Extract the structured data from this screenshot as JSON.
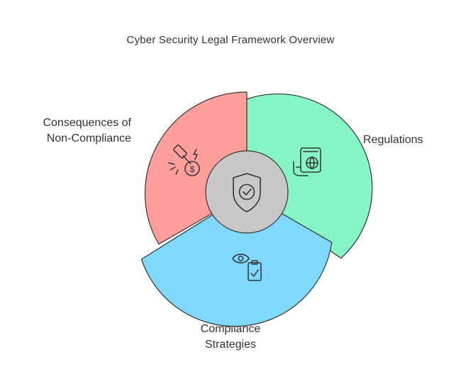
{
  "diagram": {
    "title": "Cyber Security Legal Framework Overview",
    "center": {
      "icon": "shield-check-icon",
      "color": "#c8c8c8"
    },
    "segments": [
      {
        "key": "consequences",
        "label_lines": [
          "Consequences of",
          "Non-Compliance"
        ],
        "icon": "fine-penalty-icon",
        "color": "#ff9e9a"
      },
      {
        "key": "regulations",
        "label_lines": [
          "Regulations"
        ],
        "icon": "law-book-icon",
        "color": "#86f5c4"
      },
      {
        "key": "compliance",
        "label_lines": [
          "Compliance",
          "Strategies"
        ],
        "icon": "monitoring-clipboard-icon",
        "color": "#7fd9fd"
      }
    ]
  }
}
